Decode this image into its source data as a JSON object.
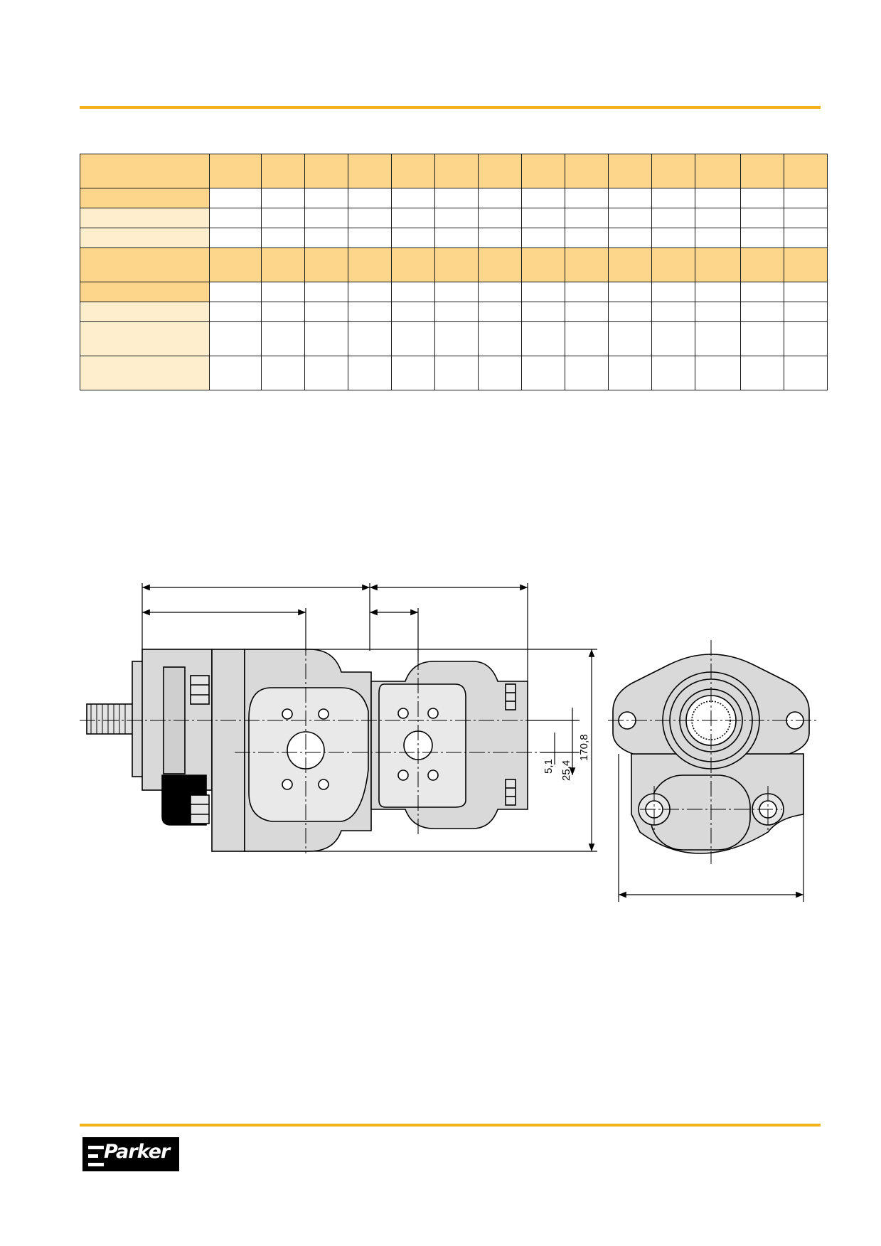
{
  "table": {
    "rows": [
      {
        "kind": "head",
        "shade": "dark",
        "height": "h47"
      },
      {
        "kind": "body",
        "shade": "dark",
        "height": "h27"
      },
      {
        "kind": "body",
        "shade": "light",
        "height": "h27"
      },
      {
        "kind": "body",
        "shade": "light",
        "height": "h27"
      },
      {
        "kind": "head",
        "shade": "dark",
        "height": "h47"
      },
      {
        "kind": "body",
        "shade": "dark",
        "height": "h27"
      },
      {
        "kind": "body",
        "shade": "light",
        "height": "h27"
      },
      {
        "kind": "body",
        "shade": "light",
        "height": "h47"
      },
      {
        "kind": "body",
        "shade": "light",
        "height": "h47"
      }
    ],
    "value_columns": 14
  },
  "dimensions": {
    "offset_small": "5,1",
    "offset_large": "25,4",
    "overall_height": "170,8"
  },
  "logo": {
    "text": "Parker"
  },
  "colors": {
    "accent_rule": "#f2b319",
    "header_fill": "#fdd68c",
    "label_fill": "#feeecd",
    "part_fill": "#d9d9d9"
  }
}
